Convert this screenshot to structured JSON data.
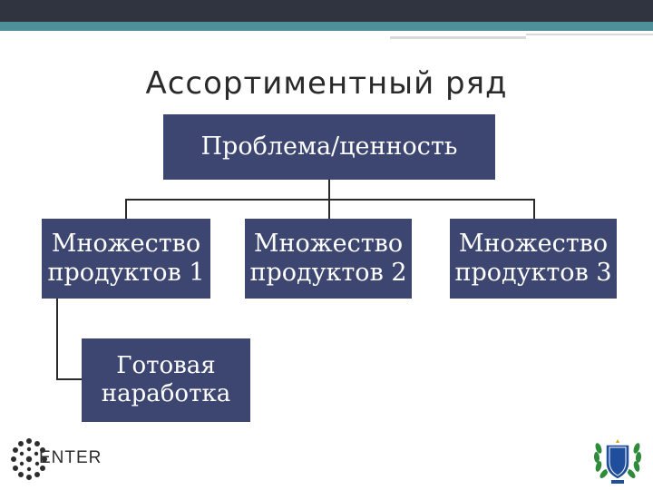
{
  "title": "Ассортиментный ряд",
  "nodes": {
    "root": "Проблема/ценность",
    "p1_line1": "Множество",
    "p1_line2": "продуктов 1",
    "p2_line1": "Множество",
    "p2_line2": "продуктов 2",
    "p3_line1": "Множество",
    "p3_line2": "продуктов 3",
    "child_line1": "Готовая",
    "child_line2": "наработка"
  },
  "logo_left_text": "ENTER",
  "colors": {
    "node_fill": "#3d4670",
    "topbar": "#2f3440",
    "accent": "#4f8f9a"
  }
}
